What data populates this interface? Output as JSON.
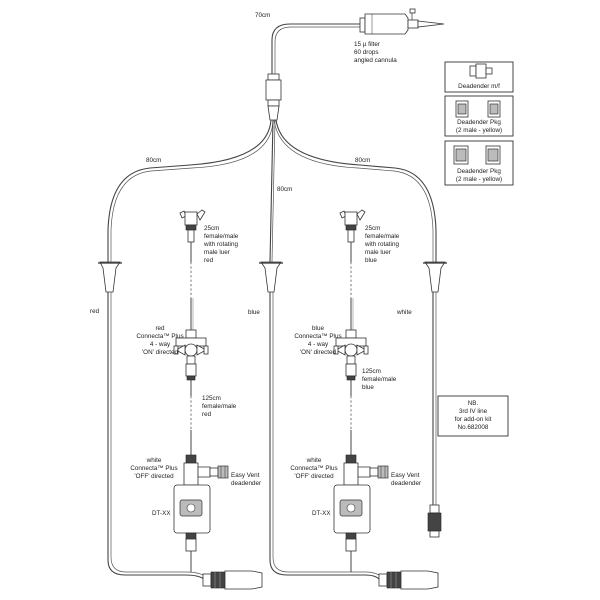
{
  "labels": {
    "main_length": "70cm",
    "filter_note": [
      "15 µ filter",
      "60 drops",
      "angled cannula"
    ],
    "left_length": "80cm",
    "center_length": "80cm",
    "right_length": "80cm",
    "line_left_color": "red",
    "line_center_color": "blue",
    "line_right_color": "white",
    "ext1_red": [
      "25cm",
      "female/male",
      "with rotating",
      "male luer",
      "red"
    ],
    "ext1_blue": [
      "25cm",
      "female/male",
      "with rotating",
      "male luer",
      "blue"
    ],
    "conn_red": [
      "red",
      "Connecta™ Plus",
      "4 - way",
      "'ON' directed"
    ],
    "conn_blue": [
      "blue",
      "Connecta™ Plus",
      "4 - way",
      "'ON' directed"
    ],
    "ext2_red": [
      "125cm",
      "female/male",
      "red"
    ],
    "ext2_blue": [
      "125cm",
      "female/male",
      "blue"
    ],
    "conn_white_left": [
      "white",
      "Connecta™ Plus",
      "'OFF' directed"
    ],
    "conn_white_right": [
      "white",
      "Connecta™ Plus",
      "'OFF' directed"
    ],
    "easy_vent_left": [
      "Easy Vent",
      "deadender"
    ],
    "easy_vent_right": [
      "Easy Vent",
      "deadender"
    ],
    "dt_left": "DT-XX",
    "dt_right": "DT-XX"
  },
  "legend": {
    "deadender_mf": "Deadender m/f",
    "deadender_pkg_1": [
      "Deadender Pkg",
      "(2 male - yellow)"
    ],
    "deadender_pkg_2": [
      "Deadender Pkg",
      "(2 male - yellow)"
    ]
  },
  "note": [
    "NB.",
    "3rd IV line",
    "for add-on kit",
    "No.682008"
  ]
}
